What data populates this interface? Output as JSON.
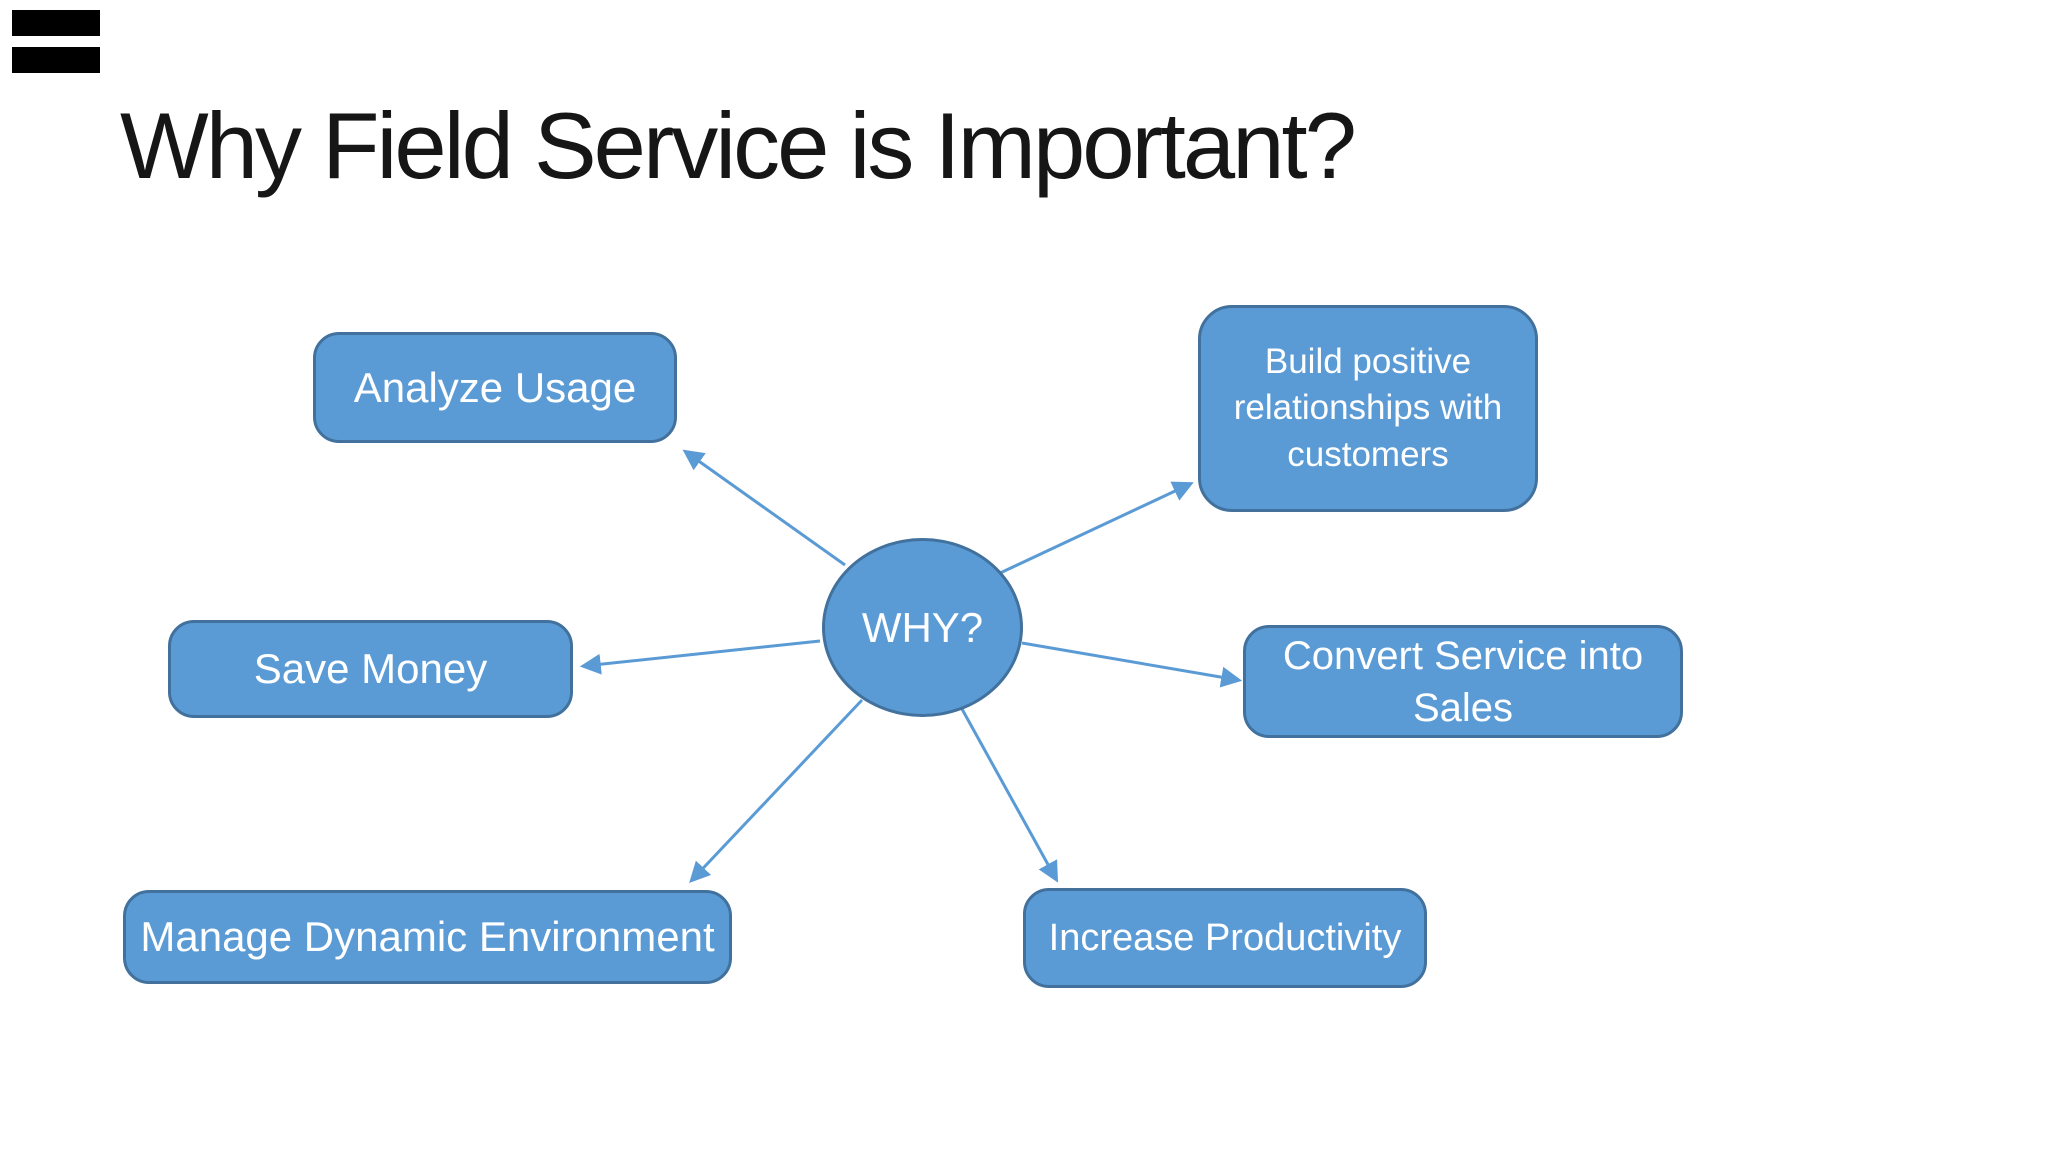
{
  "slide": {
    "title": "Why Field Service is Important?"
  },
  "diagram": {
    "center": {
      "label": "WHY?"
    },
    "nodes": [
      {
        "id": "analyze",
        "label": "Analyze Usage"
      },
      {
        "id": "build",
        "label": "Build positive relationships with customers"
      },
      {
        "id": "save",
        "label": "Save Money"
      },
      {
        "id": "convert",
        "label": "Convert Service into Sales"
      },
      {
        "id": "manage",
        "label": "Manage Dynamic Environment"
      },
      {
        "id": "increase",
        "label": "Increase Productivity"
      }
    ],
    "connectors": [
      {
        "from": "center",
        "to": "analyze"
      },
      {
        "from": "center",
        "to": "build"
      },
      {
        "from": "center",
        "to": "save"
      },
      {
        "from": "center",
        "to": "convert"
      },
      {
        "from": "center",
        "to": "manage"
      },
      {
        "from": "center",
        "to": "increase"
      }
    ]
  },
  "colors": {
    "background": "#FFFFFF",
    "node_fill": "#5B9BD5",
    "node_border": "#41719C",
    "connector": "#5B9BD5",
    "node_text": "#FFFFFF",
    "title_text": "#161616",
    "redaction_bar": "#000000"
  }
}
